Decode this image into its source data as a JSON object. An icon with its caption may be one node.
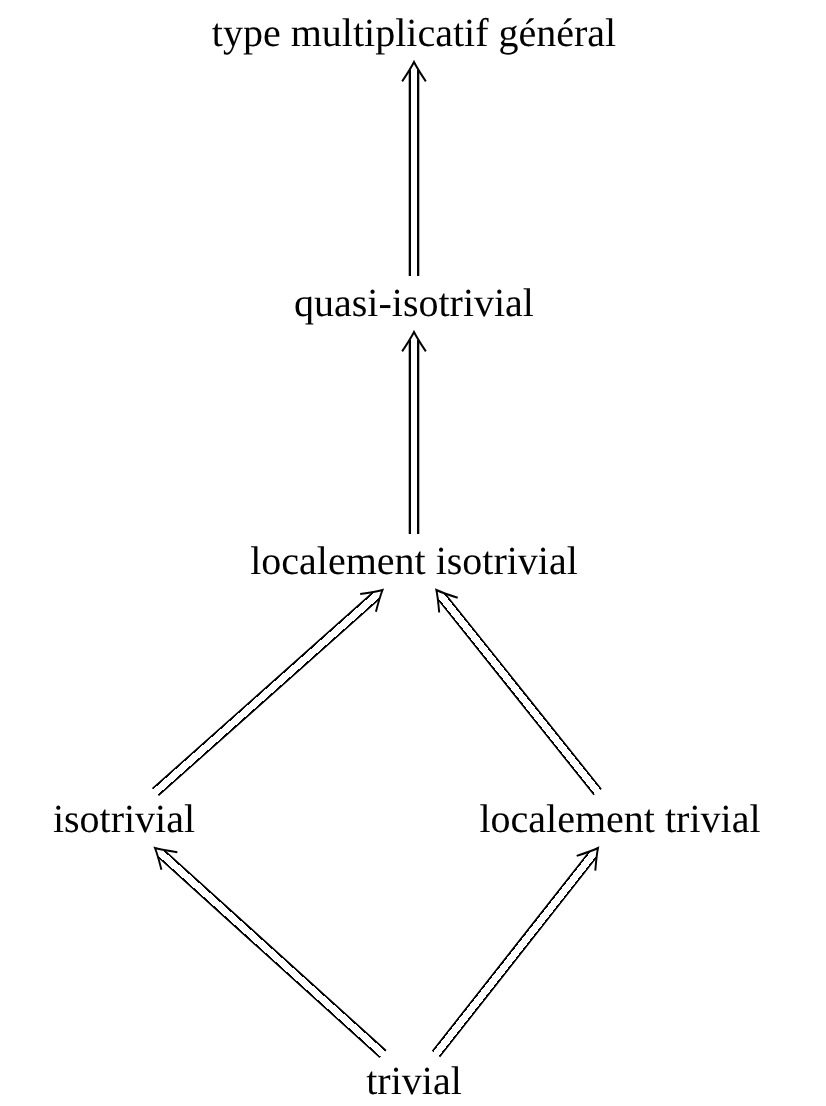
{
  "diagram": {
    "nodes": [
      {
        "text": [
          "type multiplicatif général"
        ]
      },
      {
        "text": [
          "quasi-isotrivial"
        ]
      },
      {
        "text": [
          "localement isotrivial"
        ]
      },
      {
        "text": [
          "isotrivial"
        ]
      },
      {
        "text": [
          "localement trivial"
        ]
      },
      {
        "text": [
          "trivial"
        ]
      }
    ],
    "edges": [
      {
        "from": 5,
        "to": 3,
        "arrow": "to"
      },
      {
        "from": 5,
        "to": 4,
        "arrow": "to"
      },
      {
        "from": 3,
        "to": 2,
        "arrow": "to"
      },
      {
        "from": 4,
        "to": 2,
        "arrow": "to"
      },
      {
        "from": 2,
        "to": 1,
        "arrow": "to"
      },
      {
        "from": 1,
        "to": 0,
        "arrow": "to"
      }
    ]
  }
}
